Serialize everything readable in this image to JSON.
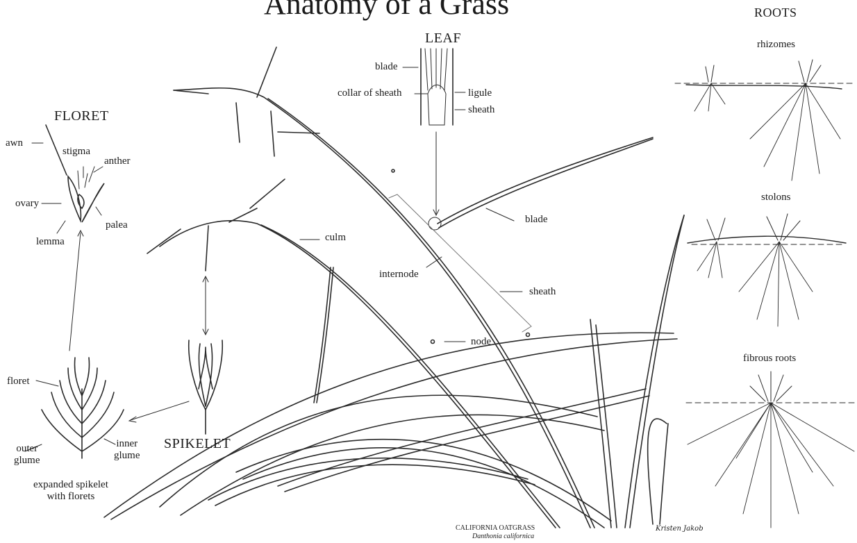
{
  "title": "Anatomy of a Grass",
  "sections": {
    "leaf": "LEAF",
    "floret": "FLORET",
    "spikelet": "SPIKELET",
    "roots": "ROOTS"
  },
  "labels": {
    "leaf_blade": "blade",
    "collar": "collar of sheath",
    "ligule": "ligule",
    "leaf_sheath": "sheath",
    "awn": "awn",
    "stigma": "stigma",
    "anther": "anther",
    "ovary": "ovary",
    "palea": "palea",
    "lemma": "lemma",
    "floret": "floret",
    "outer_glume": "outer\nglume",
    "inner_glume": "inner\nglume",
    "expanded": "expanded spikelet\nwith florets",
    "culm": "culm",
    "internode": "internode",
    "node": "node",
    "blade": "blade",
    "sheath": "sheath",
    "rhizomes": "rhizomes",
    "stolons": "stolons",
    "fibrous": "fibrous roots"
  },
  "caption": {
    "name": "CALIFORNIA OATGRASS",
    "latin": "Danthonia californica"
  },
  "signature": "Kristen Jakob"
}
